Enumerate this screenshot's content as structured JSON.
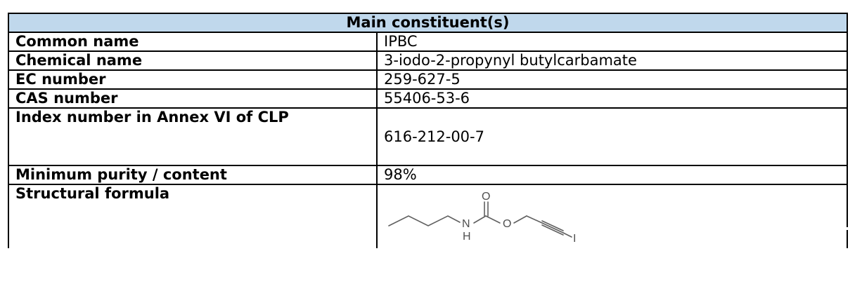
{
  "table": {
    "header": "Main constituent(s)",
    "rows": [
      {
        "label": "Common name",
        "value": "IPBC"
      },
      {
        "label": "Chemical name",
        "value": "3-iodo-2-propynyl butylcarbamate"
      },
      {
        "label": "EC number",
        "value": "259-627-5"
      },
      {
        "label": "CAS number",
        "value": "55406-53-6"
      },
      {
        "label": "Index number in Annex VI of CLP",
        "value": "616-212-00-7"
      },
      {
        "label": "Minimum purity / content",
        "value": "98%"
      },
      {
        "label": "Structural formula"
      }
    ],
    "formula_atoms": {
      "oxygen_carbonyl": "O",
      "nitrogen": "N",
      "hydrogen": "H",
      "oxygen_ester": "O",
      "iodine": "I"
    },
    "header_color": "#c0d8ec",
    "border_color": "#000000"
  }
}
